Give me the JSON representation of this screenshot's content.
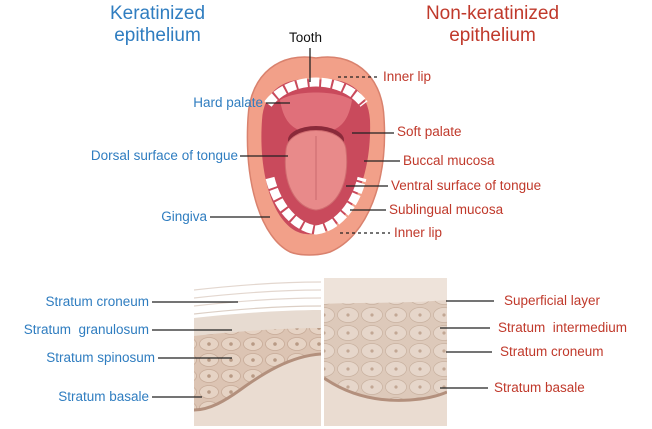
{
  "headers": {
    "keratinized": [
      "Keratinized",
      "epithelium"
    ],
    "non_keratinized": [
      "Non-keratinized",
      "epithelium"
    ]
  },
  "mouth_labels": {
    "tooth": "Tooth",
    "hard_palate": "Hard palate",
    "dorsal_tongue": "Dorsal surface of tongue",
    "gingiva": "Gingiva",
    "inner_lip_top": "Inner lip",
    "soft_palate": "Soft palate",
    "buccal_mucosa": "Buccal mucosa",
    "ventral_tongue": "Ventral surface of tongue",
    "sublingual_mucosa": "Sublingual mucosa",
    "inner_lip_bottom": "Inner lip"
  },
  "keratinized_layers": [
    "Stratum croneum",
    "Stratum  granulosum",
    "Stratum spinosum",
    "Stratum basale"
  ],
  "non_keratinized_layers": [
    "Superficial layer",
    "Stratum  intermedium",
    "Stratum croneum",
    "Stratum basale"
  ],
  "colors": {
    "keratinized_text": "#2f7dc0",
    "non_keratinized_text": "#c0392b",
    "lip": "#f2a089",
    "mouth_interior": "#d5596a",
    "tongue": "#e88a8a",
    "tissue": "#e2cfc1"
  }
}
